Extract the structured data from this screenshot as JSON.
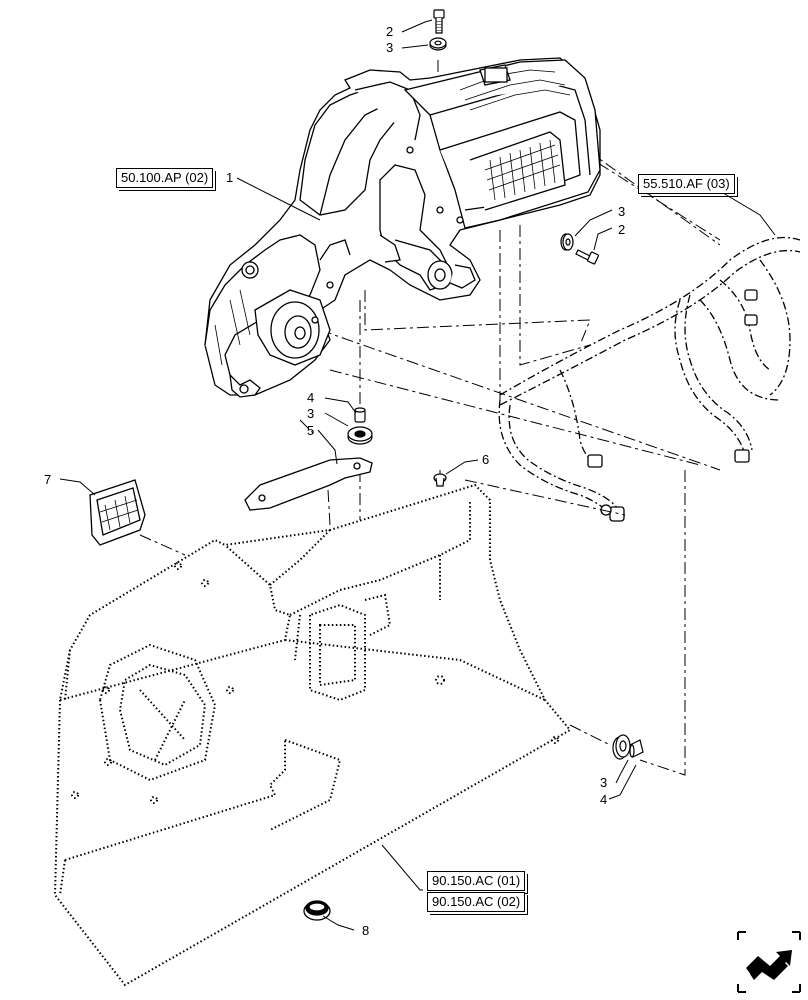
{
  "references": {
    "heater_unit": "50.100.AP (02)",
    "harness": "55.510.AF (03)",
    "cab_floor_1": "90.150.AC (01)",
    "cab_floor_2": "90.150.AC (02)"
  },
  "callouts": {
    "c1": "1",
    "c2_top": "2",
    "c3_top": "3",
    "c3_right": "3",
    "c2_right": "2",
    "c4_mid": "4",
    "c3_mid": "3",
    "c5": "5",
    "c6": "6",
    "c7": "7",
    "c3_bottom": "3",
    "c4_bottom": "4",
    "c8": "8"
  },
  "icons": {
    "nav": "next-page-arrow-icon"
  }
}
